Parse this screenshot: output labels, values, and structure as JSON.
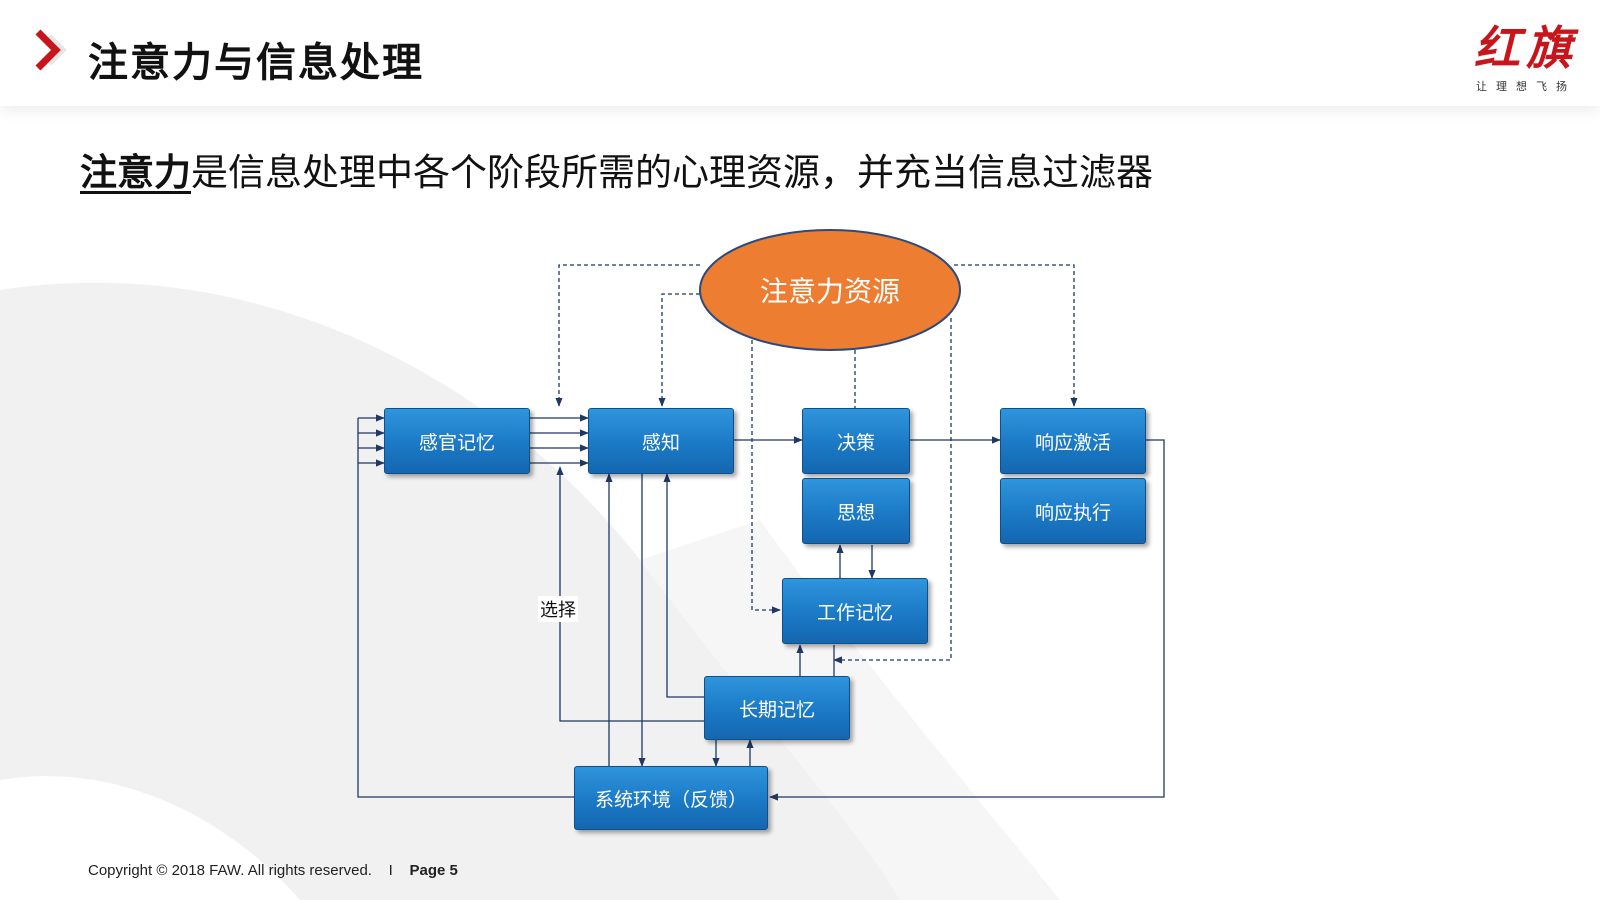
{
  "header": {
    "title": "注意力与信息处理"
  },
  "logo": {
    "brand": "红旗",
    "slogan": "让理想飞扬"
  },
  "subtitle": {
    "emphasis": "注意力",
    "rest": "是信息处理中各个阶段所需的心理资源，并充当信息过滤器"
  },
  "diagram": {
    "resource": "注意力资源",
    "sensory_memory": "感官记忆",
    "perception": "感知",
    "decision": "决策",
    "thought": "思想",
    "response_activation": "响应激活",
    "response_execution": "响应执行",
    "working_memory": "工作记忆",
    "long_term_memory": "长期记忆",
    "system_environment": "系统环境（反馈）",
    "selection_label": "选择"
  },
  "colors": {
    "accent_red": "#c8151b",
    "box_blue": "#1b79c6",
    "ellipse_orange": "#ed7d31",
    "connector_navy": "#1f3864"
  },
  "footer": {
    "copyright": "Copyright © 2018 FAW. All rights reserved.",
    "separator": "I",
    "page": "Page 5"
  }
}
